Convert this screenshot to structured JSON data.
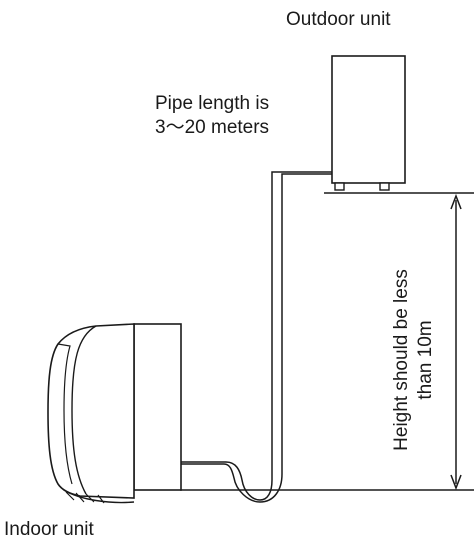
{
  "labels": {
    "outdoor_unit": "Outdoor unit",
    "pipe_length_line1": "Pipe length is",
    "pipe_length_line2": "3～20 meters",
    "indoor_unit": "Indoor unit",
    "height_line1": "Height should be less",
    "height_line2": "than 10m"
  },
  "colors": {
    "stroke": "#1a1a1a",
    "background": "#ffffff"
  }
}
